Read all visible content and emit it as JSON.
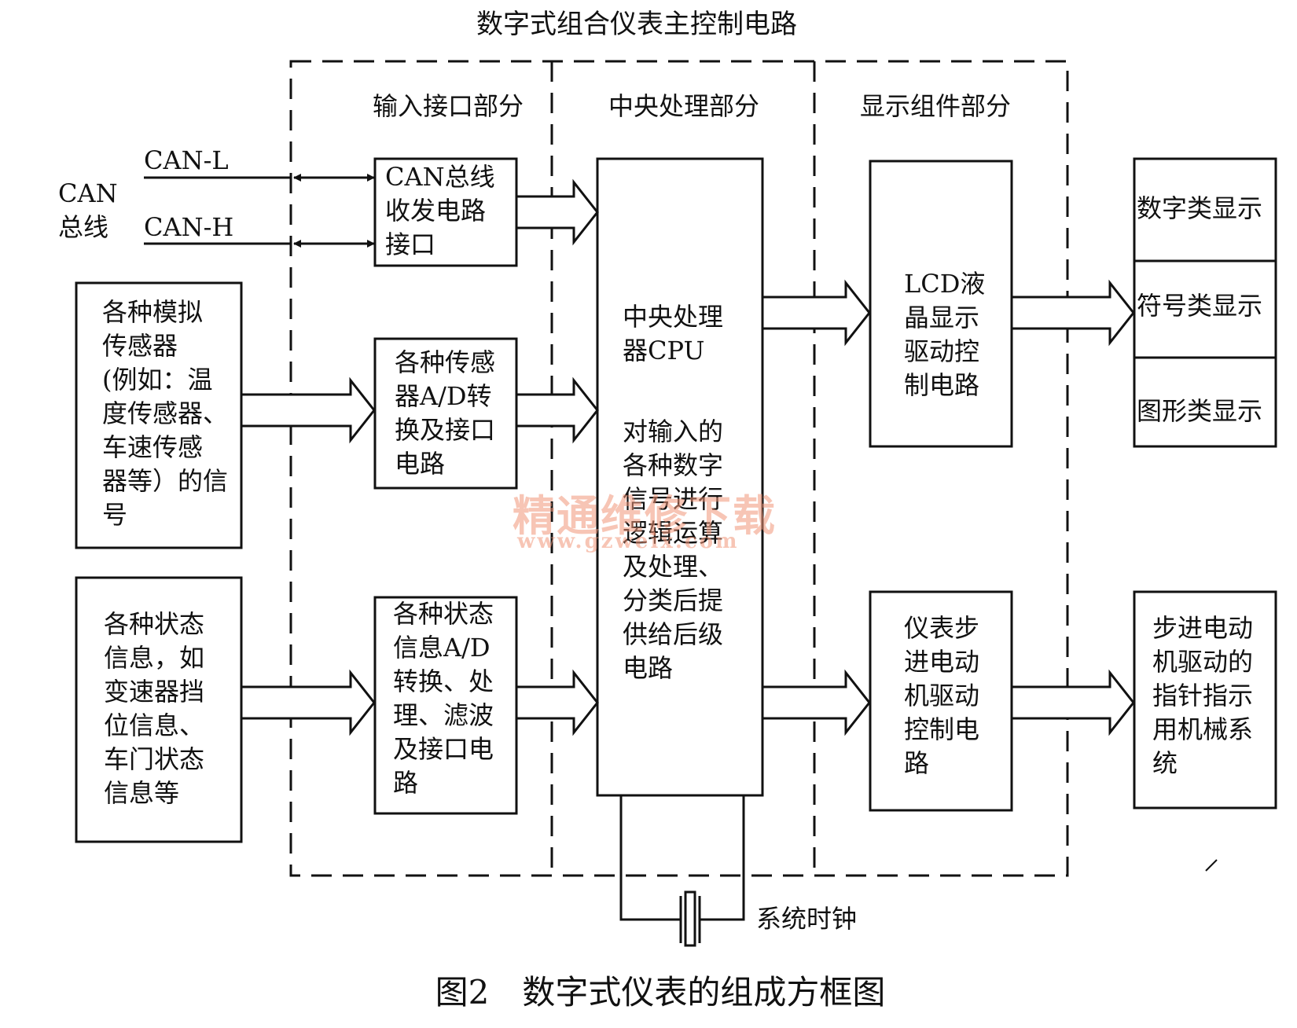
{
  "title": "数字式组合仪表主控制电路",
  "caption": "图2　数字式仪表的组成方框图",
  "sections": {
    "input": "输入接口部分",
    "cpu": "中央处理部分",
    "display": "显示组件部分"
  },
  "can": {
    "bus_label": "CAN\n总线",
    "low": "CAN-L",
    "high": "CAN-H"
  },
  "sources": {
    "analog": "各种模拟\n传感器\n(例如：温\n度传感器、\n车速传感\n器等）的信\n号",
    "status": "各种状态\n信息，如\n变速器挡\n位信息、\n车门状态\n信息等"
  },
  "interfaces": {
    "can_transceiver": "CAN总线\n收发电路\n接口",
    "sensor_ad": "各种传感\n器A/D转\n换及接口\n电路",
    "status_ad": "各种状态\n信息A/D\n转换、处\n理、滤波\n及接口电\n路"
  },
  "cpu": {
    "name": "中央处理\n器CPU",
    "desc": "对输入的\n各种数字\n信号进行\n逻辑运算\n及处理、\n分类后提\n供给后级\n电路"
  },
  "drivers": {
    "lcd": "LCD液\n晶显示\n驱动控\n制电路",
    "stepper": "仪表步\n进电动\n机驱动\n控制电\n路"
  },
  "outputs": {
    "digital": "数字类显示",
    "symbol": "符号类显示",
    "graphic": "图形类显示",
    "pointer": "步进电动\n机驱动的\n指针指示\n用机械系\n统"
  },
  "clock": "系统时钟",
  "watermark": {
    "name": "精通维修下载",
    "url": "www.gzweix.com"
  }
}
